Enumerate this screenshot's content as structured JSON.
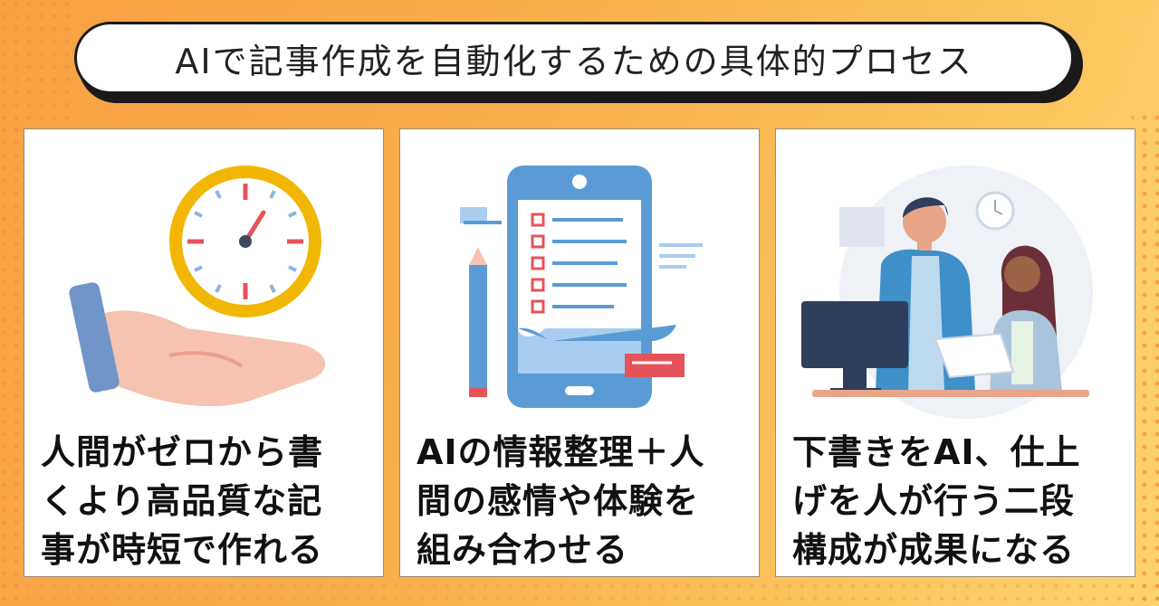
{
  "title": "AIで記事作成を自動化するための具体的プロセス",
  "cards": [
    {
      "caption": "人間がゼロから書\nくより高品質な記\n事が時短で作れる",
      "icon": "hand-holding-clock-icon"
    },
    {
      "caption": "AIの情報整理＋人\n間の感情や体験を\n組み合わせる",
      "icon": "smartphone-checklist-icon"
    },
    {
      "caption": "下書きをAI、仕上\nげを人が行う二段\n構成が成果になる",
      "icon": "people-at-computer-icon"
    }
  ],
  "colors": {
    "background": "#f9b04e",
    "accent_clock": "#f2b705",
    "accent_red": "#e5535a",
    "phone_blue": "#5b9bd5"
  }
}
